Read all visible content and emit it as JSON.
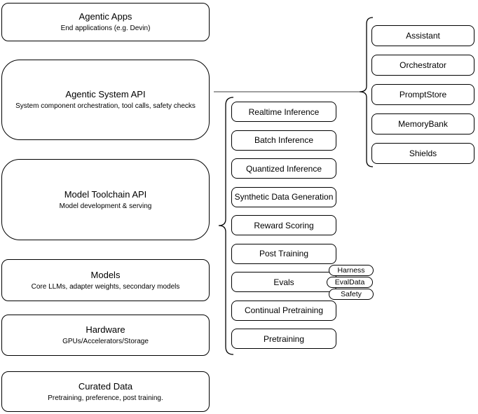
{
  "diagram": {
    "left_column": [
      {
        "title": "Agentic Apps",
        "subtitle": "End applications (e.g. Devin)"
      },
      {
        "title": "Agentic System API",
        "subtitle": "System component orchestration, tool calls, safety checks"
      },
      {
        "title": "Model Toolchain API",
        "subtitle": "Model development & serving"
      },
      {
        "title": "Models",
        "subtitle": "Core LLMs, adapter weights, secondary models"
      },
      {
        "title": "Hardware",
        "subtitle": "GPUs/Accelerators/Storage"
      },
      {
        "title": "Curated Data",
        "subtitle": "Pretraining, preference, post training."
      }
    ],
    "middle_column": [
      "Realtime Inference",
      "Batch Inference",
      "Quantized Inference",
      "Synthetic Data Generation",
      "Reward Scoring",
      "Post Training",
      "Evals",
      "Continual Pretraining",
      "Pretraining"
    ],
    "evals_tags": [
      "Harness",
      "EvalData",
      "Safety"
    ],
    "right_column": [
      "Assistant",
      "Orchestrator",
      "PromptStore",
      "MemoryBank",
      "Shields"
    ],
    "colors": {
      "background": "#ffffff",
      "box_border": "#000000",
      "text": "#000000",
      "connector_line": "#666666"
    }
  }
}
